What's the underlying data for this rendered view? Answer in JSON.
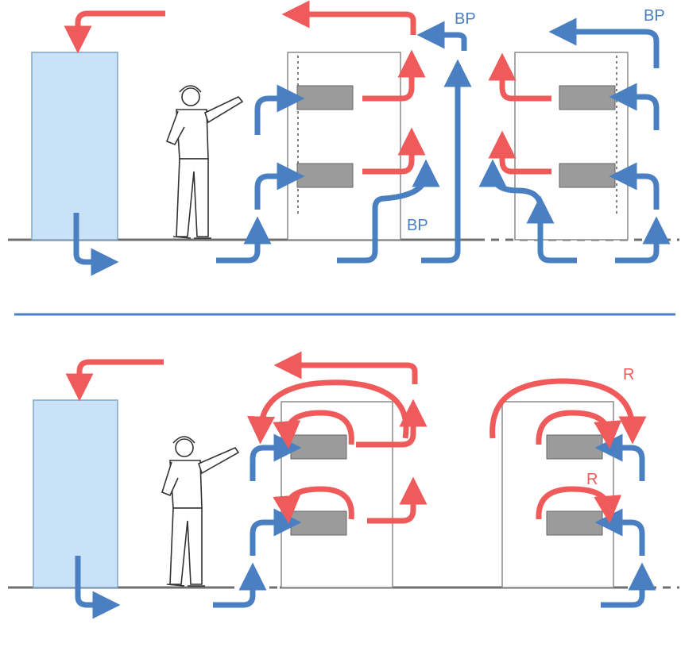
{
  "colors": {
    "cool": "#4a7fc1",
    "hot": "#ef5b5b",
    "crac": "#c9e2f7",
    "crac_edge": "#7fa6cc",
    "rack_edge": "#8a8a8a",
    "server": "#9b9b9b",
    "floor": "#6f6f6f",
    "divider": "#4a7fc1"
  },
  "labels": {
    "bp_top_right_rack1": "BP",
    "bp_top_right_rack2": "BP",
    "bp_bottom_rack1": "BP",
    "r_top_rack2": "R",
    "r_mid_rack2": "R"
  },
  "panels": {
    "top": {
      "name": "bypass-airflow-panel"
    },
    "bottom": {
      "name": "recirculation-airflow-panel"
    }
  }
}
